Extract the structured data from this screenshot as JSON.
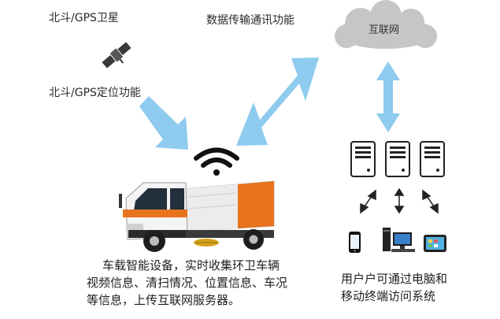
{
  "labels": {
    "satellite": "北斗/GPS卫星",
    "positioning": "北斗/GPS定位功能",
    "transmission": "数据传输通讯功能",
    "cloud": "互联网"
  },
  "vehicle_description": [
    "车载智能设备，实时收集环卫车辆",
    "视频信息、清扫情况、位置信息、车况",
    "等信息，上传互联网服务器。"
  ],
  "user_description": [
    "用户户可通过电脑和",
    "移动终端访问系统"
  ],
  "icons": {
    "satellite": "satellite-icon",
    "wifi": "wifi-signal-icon",
    "cloud": "cloud-icon",
    "servers": "server-icon",
    "phone": "phone-icon",
    "desktop": "desktop-computer-icon",
    "tablet": "tablet-icon",
    "truck": "street-sweeper-truck-icon"
  },
  "colors": {
    "arrow": "#8ecbef",
    "cloud": "#c6c6c6",
    "truck_orange": "#e8731d",
    "cab": "#f4f4f4"
  }
}
